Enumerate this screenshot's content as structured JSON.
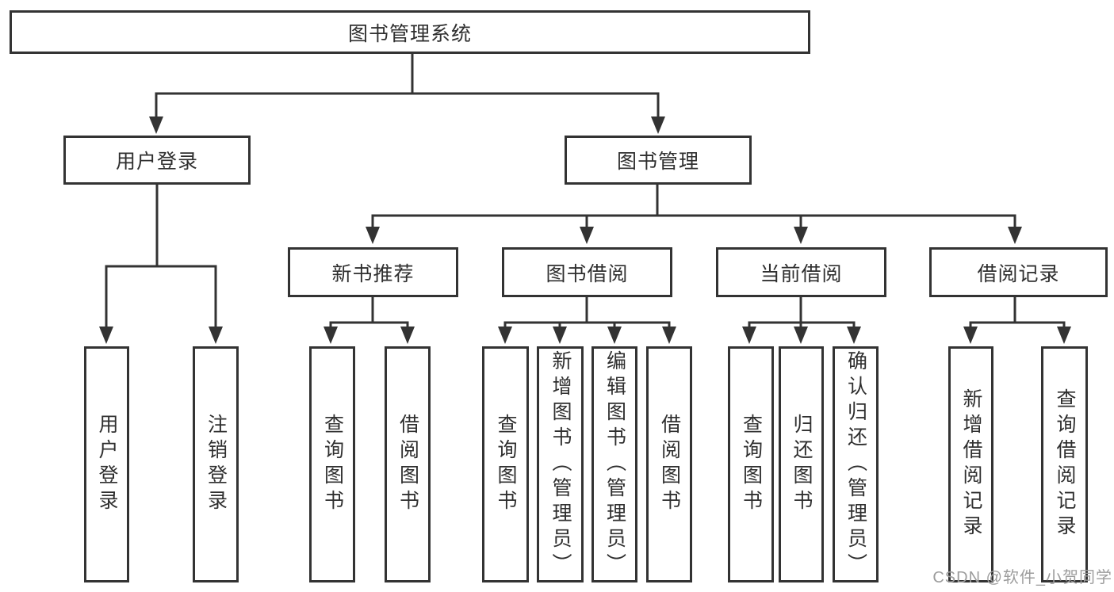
{
  "tree": {
    "root": {
      "label": "图书管理系统"
    },
    "branches": [
      {
        "label": "用户登录",
        "children": [
          {
            "label": "用户登录"
          },
          {
            "label": "注销登录"
          }
        ]
      },
      {
        "label": "图书管理",
        "children": [
          {
            "label": "新书推荐",
            "children": [
              {
                "label": "查询图书"
              },
              {
                "label": "借阅图书"
              }
            ]
          },
          {
            "label": "图书借阅",
            "children": [
              {
                "label": "查询图书"
              },
              {
                "label": "新增图书（管理员）"
              },
              {
                "label": "编辑图书（管理员）"
              },
              {
                "label": "借阅图书"
              }
            ]
          },
          {
            "label": "当前借阅",
            "children": [
              {
                "label": "查询图书"
              },
              {
                "label": "归还图书"
              },
              {
                "label": "确认归还（管理员）"
              }
            ]
          },
          {
            "label": "借阅记录",
            "children": [
              {
                "label": "新增借阅记录"
              },
              {
                "label": "查询借阅记录"
              }
            ]
          }
        ]
      }
    ]
  },
  "watermark": {
    "text": "CSDN @软件_小贺同学"
  },
  "colors": {
    "line": "#333333",
    "border": "#333333",
    "text": "#2f2f2f",
    "background": "#ffffff",
    "watermark": "#9d9d9d"
  }
}
